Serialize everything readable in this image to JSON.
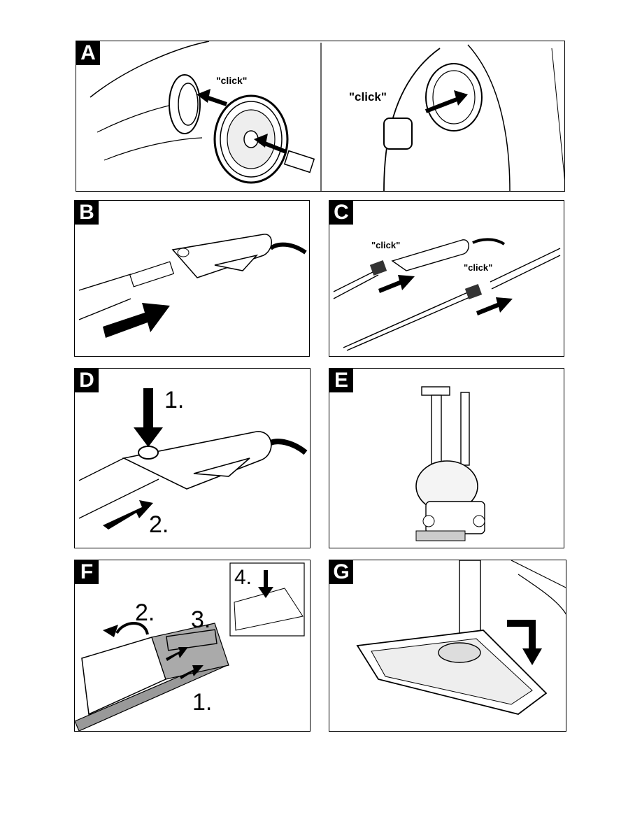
{
  "panels": {
    "A": {
      "letter": "A",
      "click_left": "\"click\"",
      "click_right": "\"click\""
    },
    "B": {
      "letter": "B"
    },
    "C": {
      "letter": "C",
      "click_1": "\"click\"",
      "click_2": "\"click\""
    },
    "D": {
      "letter": "D",
      "step_1": "1.",
      "step_2": "2."
    },
    "E": {
      "letter": "E"
    },
    "F": {
      "letter": "F",
      "step_1": "1.",
      "step_2": "2.",
      "step_3": "3.",
      "step_4": "4."
    },
    "G": {
      "letter": "G"
    }
  }
}
